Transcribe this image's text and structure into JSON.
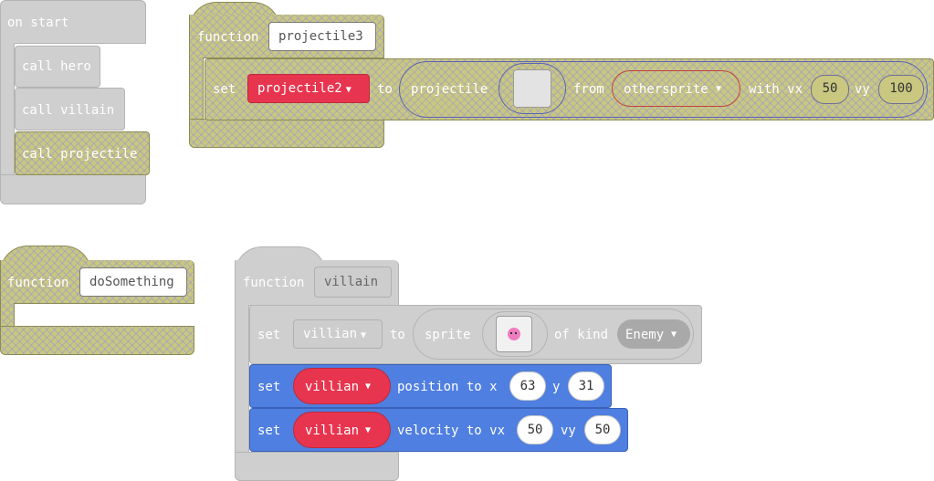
{
  "on_start": {
    "label": "on start",
    "calls": [
      "call hero",
      "call villain",
      "call projectile"
    ]
  },
  "fn_projectile3": {
    "keyword": "function",
    "name": "projectile3",
    "set_kw": "set",
    "var": "projectile2",
    "to_kw": "to",
    "projectile_kw": "projectile",
    "from_kw": "from",
    "from_var": "othersprite",
    "with_vx_kw": "with vx",
    "vx": "50",
    "vy_kw": "vy",
    "vy": "100"
  },
  "fn_doSomething": {
    "keyword": "function",
    "name": "doSomething"
  },
  "fn_villain": {
    "keyword": "function",
    "name": "villain",
    "row1": {
      "set_kw": "set",
      "var": "villian",
      "to_kw": "to",
      "sprite_kw": "sprite",
      "of_kind_kw": "of kind",
      "kind": "Enemy"
    },
    "row2": {
      "set_kw": "set",
      "var": "villian",
      "position_kw": "position to x",
      "x": "63",
      "y_kw": "y",
      "y": "31"
    },
    "row3": {
      "set_kw": "set",
      "var": "villian",
      "velocity_kw": "velocity to vx",
      "vx": "50",
      "vy_kw": "vy",
      "vy": "50"
    }
  },
  "colors": {
    "disabled_grey": "#cfcfcf",
    "hatch_yellow": "#c9c780",
    "sprite_blue": "#4f7fe0",
    "variable_red": "#e8354f"
  }
}
